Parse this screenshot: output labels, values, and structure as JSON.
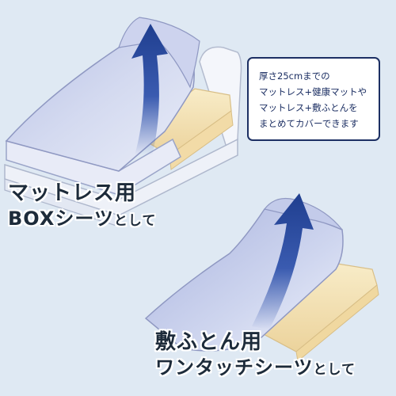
{
  "info_box": {
    "lines": [
      "厚さ25cmまでの",
      "マットレス+健康マットや",
      "マットレス+敷ふとんを",
      "まとめてカバーできます"
    ]
  },
  "bed_caption": {
    "line1": "マットレス用",
    "line2_main": "BOXシーツ",
    "line2_small": "として"
  },
  "futon_caption": {
    "line1": "敷ふとん用",
    "line2_main": "ワンタッチシーツ",
    "line2_small": "として"
  },
  "colors": {
    "background": "#dfe9f3",
    "sheet": "#c8cfe8",
    "mattress": "#f3e2b5",
    "arrow": "#1f3e8f",
    "box_border": "#1c2f63",
    "text": "#1d2b3a"
  },
  "icons": {
    "bed_arrow": "up-arrow-icon",
    "futon_arrow": "up-arrow-icon"
  }
}
